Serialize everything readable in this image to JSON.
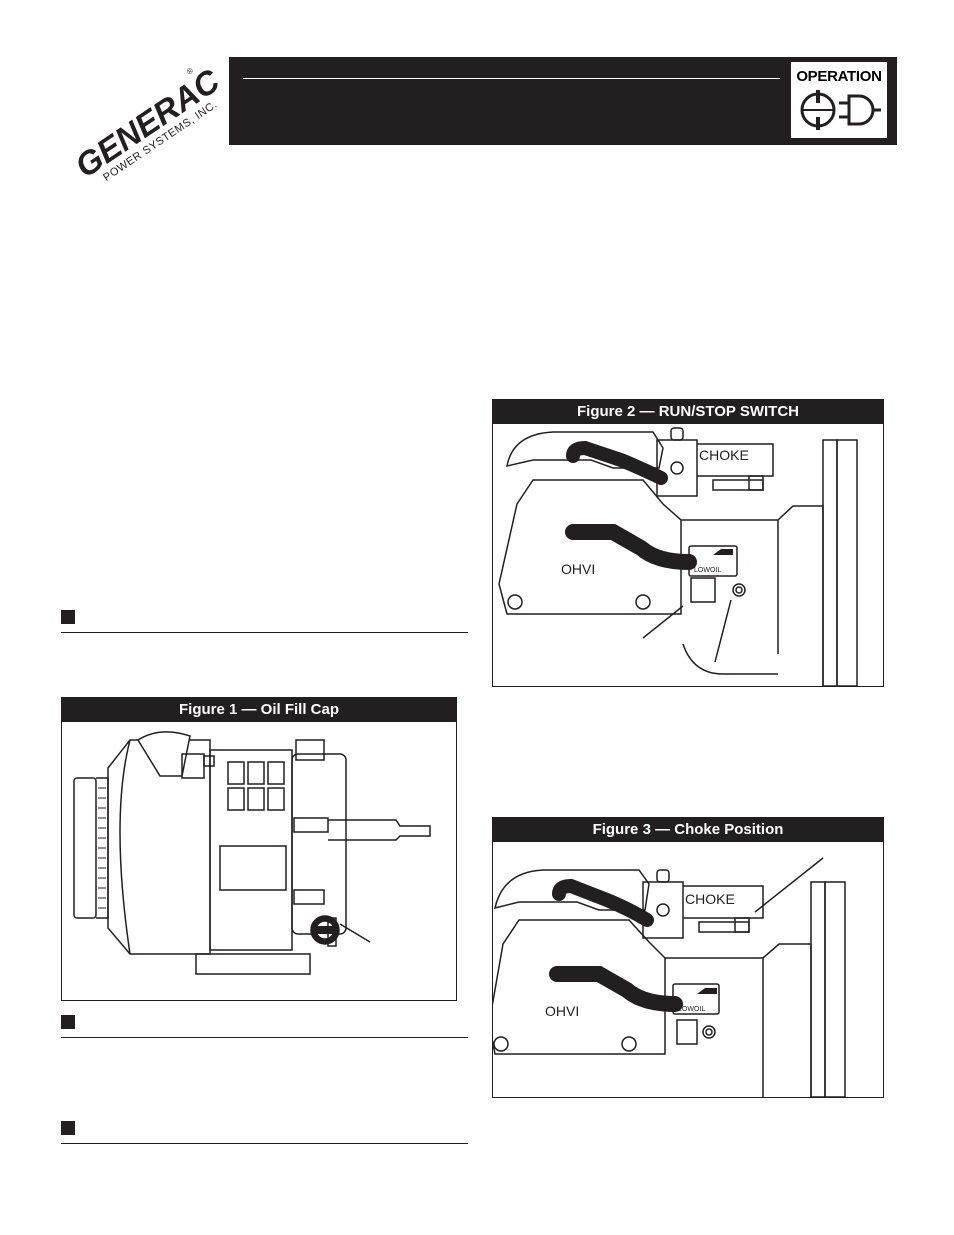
{
  "logo": {
    "brand": "GENERAC",
    "registered": "®",
    "subtitle": "POWER SYSTEMS, INC."
  },
  "header": {
    "badge_label": "OPERATION"
  },
  "figures": [
    {
      "title": "Figure 1 — Oil Fill Cap"
    },
    {
      "title": "Figure 2 — RUN/STOP SWITCH",
      "labels": {
        "choke": "CHOKE",
        "engine": "OHVI",
        "low_oil": "LOWOIL"
      }
    },
    {
      "title": "Figure 3 — Choke Position",
      "labels": {
        "choke": "CHOKE",
        "engine": "OHVI",
        "low_oil": "LOWOIL"
      }
    }
  ]
}
